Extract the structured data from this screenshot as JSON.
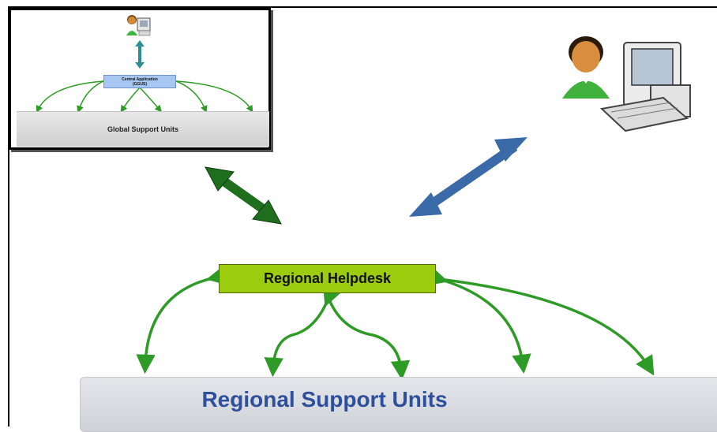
{
  "diagram": {
    "global_panel": {
      "central_application_label": "Central Application",
      "central_application_sublabel": "(GGUS)",
      "global_support_units_label": "Global Support Units"
    },
    "regional": {
      "helpdesk_label": "Regional Helpdesk",
      "support_units_label": "Regional Support Units"
    },
    "icons": [
      "user-computer-icon",
      "user-computer-icon"
    ],
    "colors": {
      "green_arrow": "#2f9b27",
      "dark_green_arrow": "#1e6e1e",
      "blue_arrow": "#3b6aa8",
      "helpdesk_fill": "#9ccc0e",
      "support_text": "#2e4f9c",
      "central_app_fill": "#a7c7f2"
    }
  }
}
